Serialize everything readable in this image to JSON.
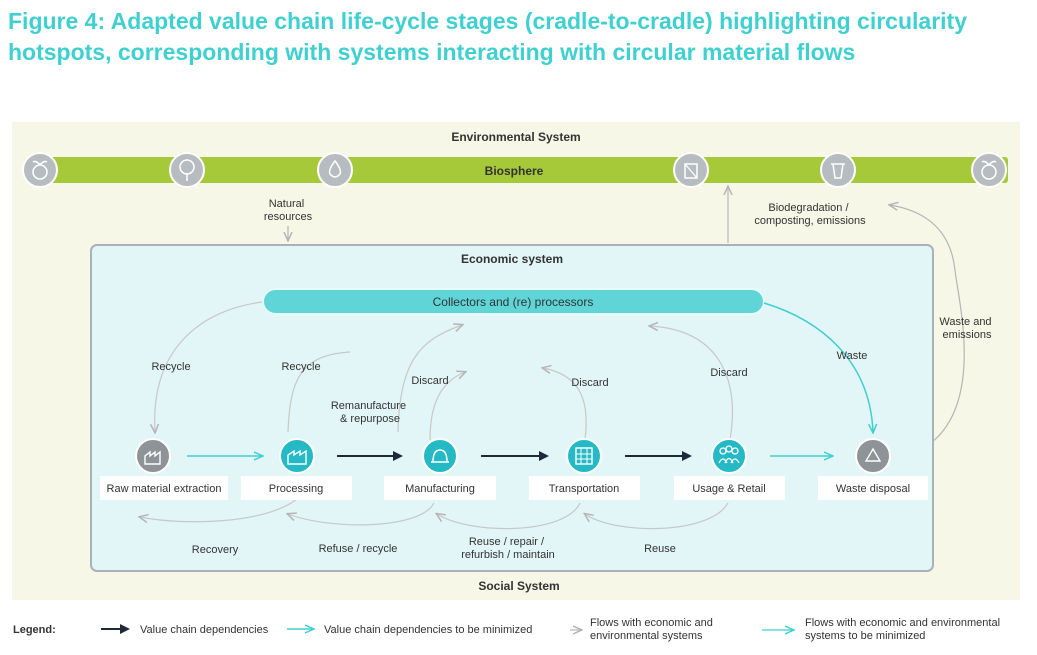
{
  "title": "Figure 4: Adapted value chain life-cycle stages (cradle-to-cradle) highlighting circularity hotspots, corresponding with systems interacting with circular material flows",
  "environmental_system": "Environmental System",
  "biosphere": "Biosphere",
  "natural_resources": [
    "Natural",
    "resources"
  ],
  "biodegradation": [
    "Biodegradation /",
    "composting, emissions"
  ],
  "waste_emissions": [
    "Waste and",
    "emissions"
  ],
  "economic_system": "Economic system",
  "collectors": "Collectors and (re) processors",
  "social_system": "Social System",
  "stages": [
    "Raw material extraction",
    "Processing",
    "Manufacturing",
    "Transportation",
    "Usage & Retail",
    "Waste disposal"
  ],
  "flow_labels": {
    "recycle_1": "Recycle",
    "recycle_2": "Recycle",
    "remanufacture": [
      "Remanufacture",
      "& repurpose"
    ],
    "discard_1": "Discard",
    "discard_2": "Discard",
    "discard_3": "Discard",
    "waste": "Waste",
    "recovery": "Recovery",
    "refuse_recycle": "Refuse / recycle",
    "reuse_repair": [
      "Reuse / repair /",
      "refurbish / maintain"
    ],
    "reuse": "Reuse"
  },
  "legend": {
    "label": "Legend:",
    "items": [
      [
        "Value chain dependencies"
      ],
      [
        "Value chain dependencies to be minimized"
      ],
      [
        "Flows with economic and",
        "environmental systems"
      ],
      [
        "Flows with economic and environmental",
        "systems to be minimized"
      ]
    ]
  },
  "colors": {
    "accent": "#3fd0cf",
    "biosphere": "#a6c93a",
    "teal": "#24b9c4",
    "grey_icon": "#8e9397",
    "dark_arrow": "#1e2a3a"
  },
  "icons": [
    "globe-plant-icon",
    "tree-icon",
    "water-drop-icon",
    "bottle-icon",
    "bin-icon",
    "globe-plant-icon",
    "factory-icon",
    "factory-icon",
    "hard-hat-icon",
    "building-icon",
    "people-icon",
    "recycle-icon"
  ]
}
